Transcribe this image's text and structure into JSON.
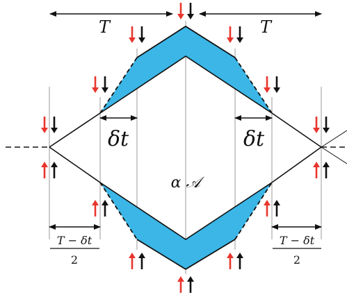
{
  "labels": {
    "period_left": "T",
    "period_right": "T",
    "shift_left": "δt",
    "shift_right": "δt",
    "area": "α 𝒜",
    "half_left_num": "T − δt",
    "half_left_den": "2",
    "half_right_num": "T − δt",
    "half_right_den": "2"
  },
  "colors": {
    "fill": "#3bb6e6",
    "spin_red": "#e8362e",
    "spin_black": "#111111",
    "line": "#111111",
    "guide": "#9a9a9a"
  }
}
